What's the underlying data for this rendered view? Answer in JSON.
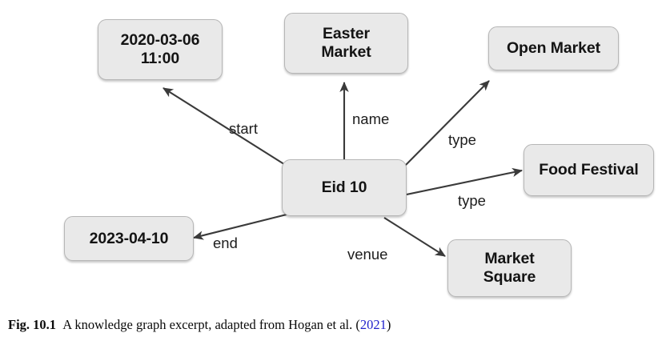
{
  "figure": {
    "caption_prefix": "Fig. 10.1",
    "caption_text": "A knowledge graph excerpt, adapted from Hogan et al. (",
    "caption_link": "2021",
    "caption_suffix": ")",
    "link_color": "#2222cc"
  },
  "graph": {
    "node_fill": "#e9e9e9",
    "node_border": "#b6b6b6",
    "edge_color": "#3a3a3a",
    "nodes": [
      {
        "id": "start-date",
        "label": "2020-03-06\n11:00"
      },
      {
        "id": "easter-market",
        "label": "Easter\nMarket"
      },
      {
        "id": "open-market",
        "label": "Open Market"
      },
      {
        "id": "food-festival",
        "label": "Food Festival"
      },
      {
        "id": "eid-10",
        "label": "Eid 10"
      },
      {
        "id": "end-date",
        "label": "2023-04-10"
      },
      {
        "id": "market-square",
        "label": "Market\nSquare"
      }
    ],
    "edges": [
      {
        "id": "edge-start",
        "label": "start",
        "from": "eid-10",
        "to": "start-date"
      },
      {
        "id": "edge-name",
        "label": "name",
        "from": "eid-10",
        "to": "easter-market"
      },
      {
        "id": "edge-type-open",
        "label": "type",
        "from": "eid-10",
        "to": "open-market"
      },
      {
        "id": "edge-type-food",
        "label": "type",
        "from": "eid-10",
        "to": "food-festival"
      },
      {
        "id": "edge-venue",
        "label": "venue",
        "from": "eid-10",
        "to": "market-square"
      },
      {
        "id": "edge-end",
        "label": "end",
        "from": "eid-10",
        "to": "end-date"
      }
    ]
  }
}
